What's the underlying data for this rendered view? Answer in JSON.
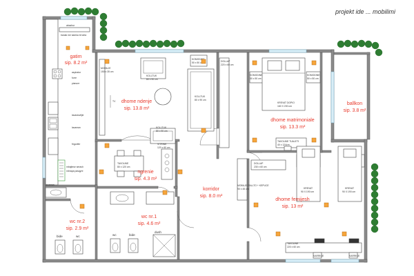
{
  "title": "projekt ide ... mobilimi",
  "rooms": {
    "gatim": {
      "name": "gatim",
      "area": "sip. 8.2 m²"
    },
    "dhome_ndenje": {
      "name": "dhome ndenje",
      "area": "sip. 13.8 m²"
    },
    "dhome_matrimoniale": {
      "name": "dhome matrimoniale",
      "area": "sip. 13.3 m²"
    },
    "ballkon": {
      "name": "ballkon",
      "area": "sip. 3.8 m²"
    },
    "ngrenie": {
      "name": "ngrenie",
      "area": "sip. 4.3 m²"
    },
    "korridor": {
      "name": "korridor",
      "area": "sip. 8.0 m²"
    },
    "wc_nr1": {
      "name": "wc nr.1",
      "area": "sip. 4.6 m²"
    },
    "wc_nr2": {
      "name": "wc nr.2",
      "area": "sip. 2.9 m²"
    },
    "dhome_femijesh": {
      "name": "dhome femijesh",
      "area": "sip. 13 m²"
    }
  },
  "labels": {
    "abazhur": "abazhur",
    "banak": "banak me kamka te larta",
    "aspirator": "aspirator",
    "furre": "furre",
    "pianure": "pianure",
    "lavastoviljie": "lavastoviljie",
    "lavaman_kitchen": "lavaman",
    "frigorifer": "frigorifer",
    "mbajtese": "mbajtese serash",
    "mbrapa": "mbrapa pasqyre",
    "lavaman_wc2": "lavaman",
    "bide": "bide",
    "wc": "wc",
    "lavatrice": "lavatrice",
    "dush": "dush",
    "mobilje_tv": "MOBILJE",
    "mobilje_tv_dim": "150 x 35 cm",
    "tv": "TV",
    "kolltuk": "KOLLTUK",
    "kolltuk_dim": "80 x 90 cm",
    "komodine": "KOMODINE",
    "komodine_dim": "50 x 50 cm",
    "krevat_dopio": "KREVAT DOPIO",
    "krevat_dopio_dim": "160 X 200 cm",
    "dollap": "DOLLAP",
    "dollap_dim": "220 x 60 cm",
    "tavoline_tualeti": "TAVOLINE TUALETI",
    "tavoline_tualeti_dim": "40 x 124cm",
    "tavoline_ngrenie": "TAVOLINE",
    "tavoline_ngrenie_dim": "80 x 120 cm",
    "mobilje_pallto": "MOBILJE PALLTO + KEPUCE",
    "mobilje_pallto_dim": "90 x 45 cm",
    "krevat": "KREVAT",
    "krevat_dim": "90 X 190 cm",
    "tavoline_femijesh": "TAVOLINE",
    "tavoline_femijesh_dim": "220 x 60 cm",
    "karrige": "KARRIGE",
    "dollap_femijesh": "DOLLAP",
    "dollap_femijesh_dim": "230 x 60 cm",
    "vitrine": "VITRINE",
    "vitrine_dim": "120 x 60 cm"
  }
}
